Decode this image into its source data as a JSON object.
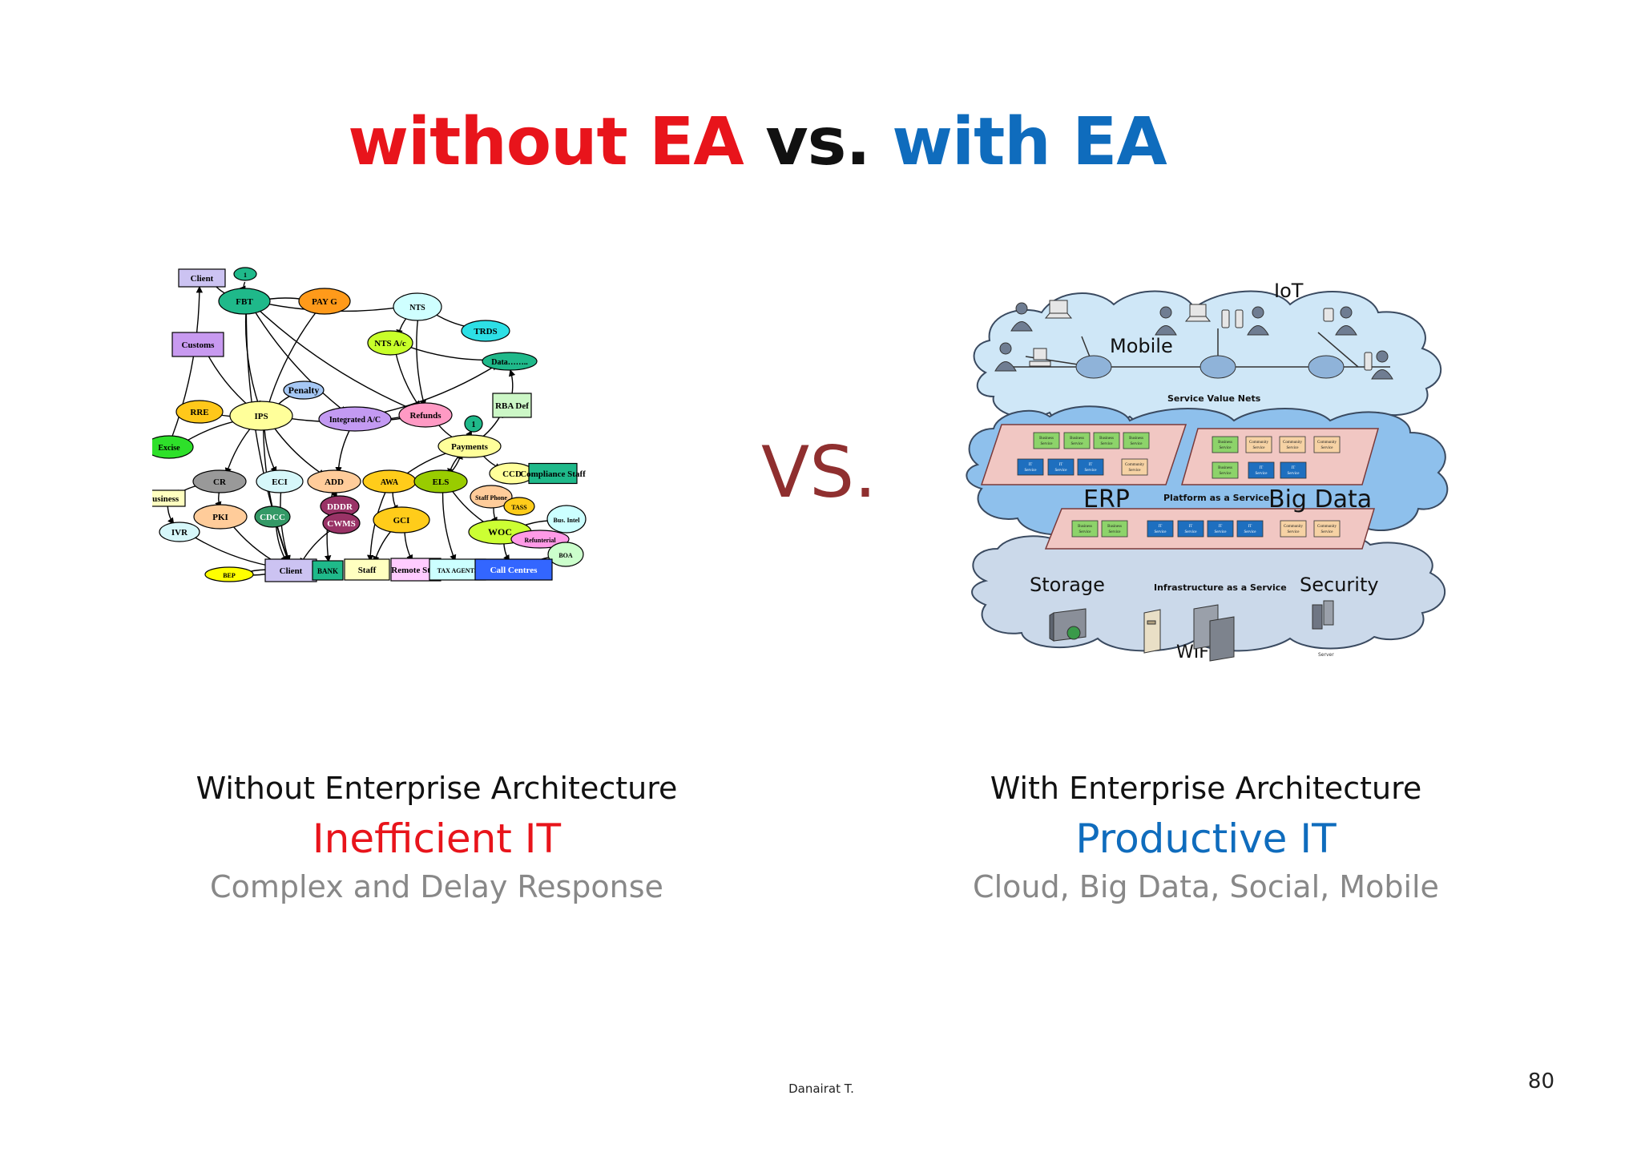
{
  "title": {
    "part1": "without EA",
    "part2": "vs.",
    "part3": "with EA",
    "colors": {
      "part1": "#e8141b",
      "part2": "#111111",
      "part3": "#0f6cbd"
    }
  },
  "vs_label": "VS.",
  "left_diagram": {
    "nodes": [
      "Client",
      "1",
      "FBT",
      "PAY G",
      "NTS",
      "TRDS",
      "Customs",
      "NTS A/c",
      "Data……..",
      "Penalty",
      "RBA Def",
      "RRE",
      "IPS",
      "Integrated A/C",
      "Refunds",
      "1",
      "Payments",
      "Excise",
      "CR",
      "ECI",
      "ADD",
      "AWA",
      "ELS",
      "CCD",
      "Compliance Staff",
      "Business",
      "Staff Phone",
      "TASS",
      "DDDR",
      "PKI",
      "CDCC",
      "CWMS",
      "GCI",
      "Bus. Intel",
      "WOC",
      "IVR",
      "Refunterial",
      "BOA",
      "BEP",
      "Client",
      "BANK",
      "Staff",
      "Remote Staff",
      "TAX AGENTS",
      "Call Centres"
    ]
  },
  "right_diagram": {
    "labels": {
      "iot": "IoT",
      "mobile": "Mobile",
      "service_value_nets": "Service Value Nets",
      "erp": "ERP",
      "paas": "Platform as a Service",
      "big_data": "Big Data",
      "storage": "Storage",
      "iaas": "Infrastructure as a Service",
      "security": "Security",
      "wifi": "WIFI",
      "server": "Server"
    },
    "box_labels": {
      "business": "Business Service",
      "community": "Community Service",
      "it": "IT Service"
    }
  },
  "captions": {
    "left": {
      "line1": "Without Enterprise Architecture",
      "line2": "Inefficient IT",
      "line3": "Complex and Delay Response"
    },
    "right": {
      "line1": "With Enterprise Architecture",
      "line2": "Productive IT",
      "line3": "Cloud, Big Data, Social, Mobile"
    },
    "colors": {
      "inefficient": "#e8141b",
      "productive": "#0f6cbd",
      "sub": "#888888"
    }
  },
  "footer": {
    "author": "Danairat T.",
    "page": "80"
  }
}
